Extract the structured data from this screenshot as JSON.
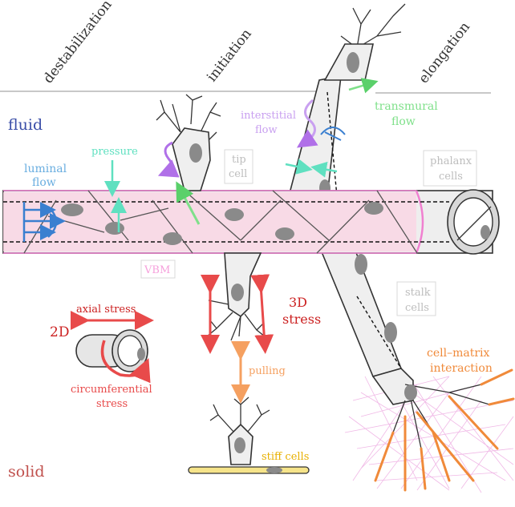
{
  "stages": {
    "destabilization": "destabilization",
    "initiation": "initiation",
    "elongation": "elongation"
  },
  "regions": {
    "fluid": "fluid",
    "solid": "solid"
  },
  "labels": {
    "luminal_flow": [
      "luminal",
      "flow"
    ],
    "pressure": "pressure",
    "interstitial_flow": [
      "interstitial",
      "flow"
    ],
    "transmural_flow": [
      "transmural",
      "flow"
    ],
    "tip_cell": [
      "tip",
      "cell"
    ],
    "phalanx_cells": [
      "phalanx",
      "cells"
    ],
    "vbm": "VBM",
    "stalk_cells": [
      "stalk",
      "cells"
    ],
    "axial_stress": "axial stress",
    "two_d": "2D",
    "circumferential_stress": [
      "circumferential",
      "stress"
    ],
    "three_d_stress": [
      "3D",
      "stress"
    ],
    "pulling": "pulling",
    "stiff_cells": "stiff cells",
    "cell_matrix_interaction": [
      "cell–matrix",
      "interaction"
    ]
  },
  "colors": {
    "fluid": "#3b4fa8",
    "solid": "#c0504d",
    "luminal": "#6aaee0",
    "luminal_arrow": "#3a7fd0",
    "pressure": "#5fe0c0",
    "interstitial": "#c9a0f0",
    "interstitial_arrow": "#b070e8",
    "transmural": "#7fe08a",
    "transmural_arrow": "#5ad06a",
    "vbm": "#f080d0",
    "vessel_fill": "#f9d6e4",
    "stress": "#e84a4a",
    "stress_text": "#cc2222",
    "pulling": "#f5a060",
    "stiff": "#e8b000",
    "stiff_fill": "#f6e48a",
    "matrix": "#f08a3a",
    "matrix_fibers": "#f0b8e6",
    "box_label": "#bdbdbd",
    "divider": "#b5b5b5"
  }
}
